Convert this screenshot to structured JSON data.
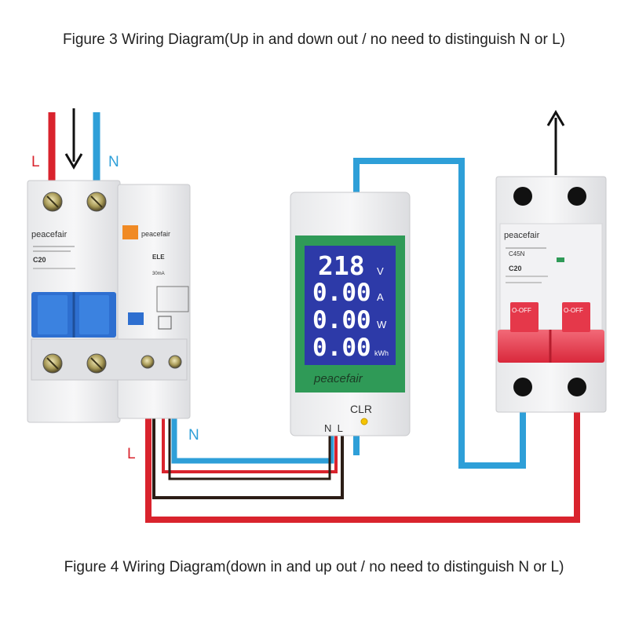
{
  "captions": {
    "top": "Figure 3 Wiring Diagram(Up in and down out / no need to distinguish N or L)",
    "bottom": "Figure 4 Wiring Diagram(down in and up out / no need to distinguish N or L)"
  },
  "labels": {
    "input_live": "L",
    "input_neutral": "N",
    "output_neutral": "N",
    "output_live": "L"
  },
  "meter": {
    "readings": [
      {
        "value": "218",
        "unit": "V"
      },
      {
        "value": "0.00",
        "unit": "A"
      },
      {
        "value": "0.00",
        "unit": "W"
      },
      {
        "value": "0.00",
        "unit": "kWh"
      }
    ],
    "brand": "peacefair",
    "clr_label": "CLR",
    "terminal_labels": "N  L"
  },
  "left_breaker": {
    "brand": "peacefair",
    "model": "C20",
    "rcd_brand": "peacefair",
    "rcd_model": "ELE",
    "rcd_rating": "30mA"
  },
  "right_breaker": {
    "brand": "peacefair",
    "series": "C45N",
    "model": "C20",
    "off_label": "O-OFF"
  },
  "colors": {
    "live_wire": "#d9232d",
    "neutral_wire": "#2e9fd8",
    "signal_wire": "#2b1d16",
    "lcd_background": "#2d3aa8",
    "lcd_frame": "#2f9a57",
    "breaker_handle_blue": "#2e6fd0",
    "breaker_handle_red": "#e5384a"
  },
  "icons": [
    "arrow-down-icon",
    "arrow-up-icon",
    "terminal-screw-icon"
  ]
}
